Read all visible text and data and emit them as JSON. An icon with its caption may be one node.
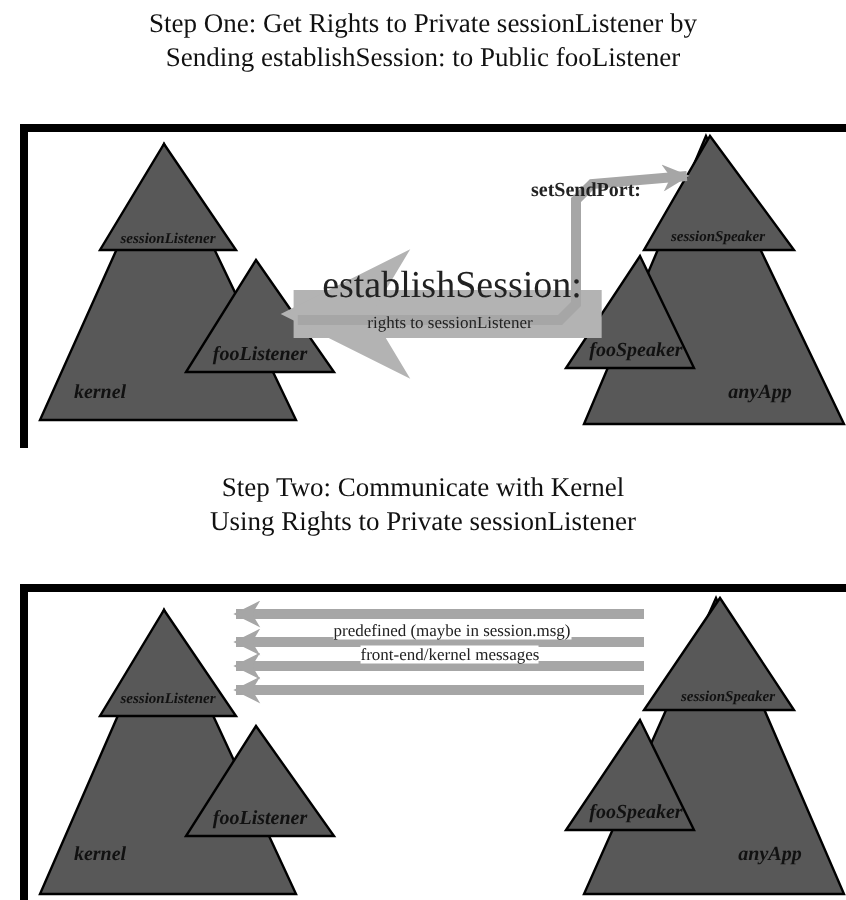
{
  "diagram": {
    "nodes": [
      {
        "text": [
          "Step One: Get Rights to Private sessionListener by Sending establishSession: to Public fooListener"
        ]
      },
      {
        "text": [
          "kernel"
        ],
        "in": 0
      },
      {
        "text": [
          "sessionListener"
        ],
        "in": 1
      },
      {
        "text": [
          "fooListener"
        ],
        "in": 0
      },
      {
        "text": [
          "anyApp"
        ],
        "in": 0
      },
      {
        "text": [
          "sessionSpeaker"
        ],
        "in": 4
      },
      {
        "text": [
          "fooSpeaker"
        ],
        "in": 0
      },
      {
        "text": [
          "Step Two: Communicate with Kernel Using Rights to Private sessionListener"
        ]
      },
      {
        "text": [
          "kernel"
        ],
        "in": 7
      },
      {
        "text": [
          "sessionListener"
        ],
        "in": 8
      },
      {
        "text": [
          "fooListener"
        ],
        "in": 7
      },
      {
        "text": [
          "anyApp"
        ],
        "in": 7
      },
      {
        "text": [
          "sessionSpeaker"
        ],
        "in": 11
      },
      {
        "text": [
          "fooSpeaker"
        ],
        "in": 7
      }
    ],
    "edges": [
      {
        "from": 6,
        "to": 3,
        "arrow": "to",
        "label": "establishSession:",
        "style": "thick"
      },
      {
        "from": 3,
        "to": 5,
        "arrow": "to",
        "label": "rights to sessionListener"
      },
      {
        "from": 12,
        "to": 9,
        "arrow": "to"
      },
      {
        "from": 12,
        "to": 9,
        "arrow": "to",
        "label": "predefined (maybe in session.msg)"
      },
      {
        "from": 12,
        "to": 9,
        "arrow": "to",
        "label": "front-end/kernel messages"
      },
      {
        "from": 12,
        "to": 9,
        "arrow": "to"
      }
    ],
    "labels": [
      "setSendPort:"
    ]
  }
}
